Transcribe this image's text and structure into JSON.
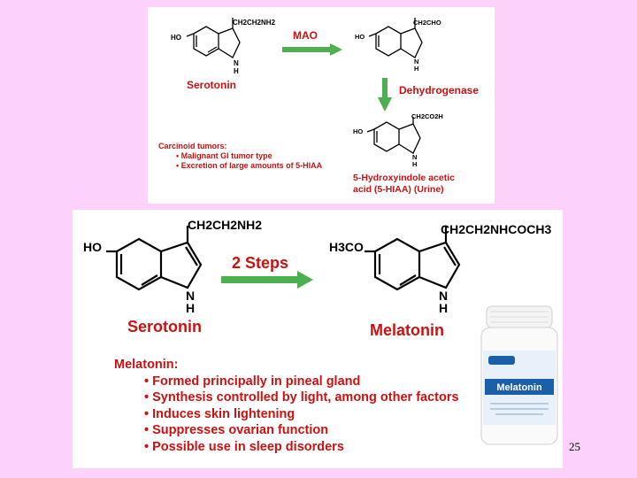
{
  "top": {
    "serotonin_chain": "CH2CH2NH2",
    "serotonin_ho": "HO",
    "serotonin_n": "N",
    "serotonin_h": "H",
    "serotonin_label": "Serotonin",
    "mao_label": "MAO",
    "aldehyde_chain": "CH2CHO",
    "aldehyde_ho": "HO",
    "dehydrogenase_label": "Dehydrogenase",
    "acid_chain": "CH2CO2H",
    "acid_ho": "HO",
    "acid_label_line1": "5-Hydroxyindole acetic",
    "acid_label_line2": "acid (5-HIAA) (Urine)",
    "carcinoid_title": "Carcinoid tumors:",
    "carcinoid_points": [
      "Malignant GI tumor type",
      "Excretion of large amounts of 5-HIAA"
    ]
  },
  "bottom": {
    "serotonin_chain": "CH2CH2NH2",
    "serotonin_ho": "HO",
    "serotonin_label": "Serotonin",
    "steps_label": "2 Steps",
    "melatonin_chain": "CH2CH2NHCOCH3",
    "melatonin_h3co": "H3CO",
    "melatonin_label": "Melatonin",
    "notes_title": "Melatonin:",
    "notes": [
      "Formed principally in pineal gland",
      "Synthesis controlled by light, among other factors",
      "Induces skin lightening",
      "Suppresses ovarian function",
      "Possible use in sleep disorders"
    ],
    "bottle_label": "Melatonin"
  },
  "slide_number": "25",
  "colors": {
    "background": "#fdd2fa",
    "accent_red": "#cc1111",
    "arrow_green": "#4caf50",
    "bottle_blue": "#1a5fa8"
  }
}
